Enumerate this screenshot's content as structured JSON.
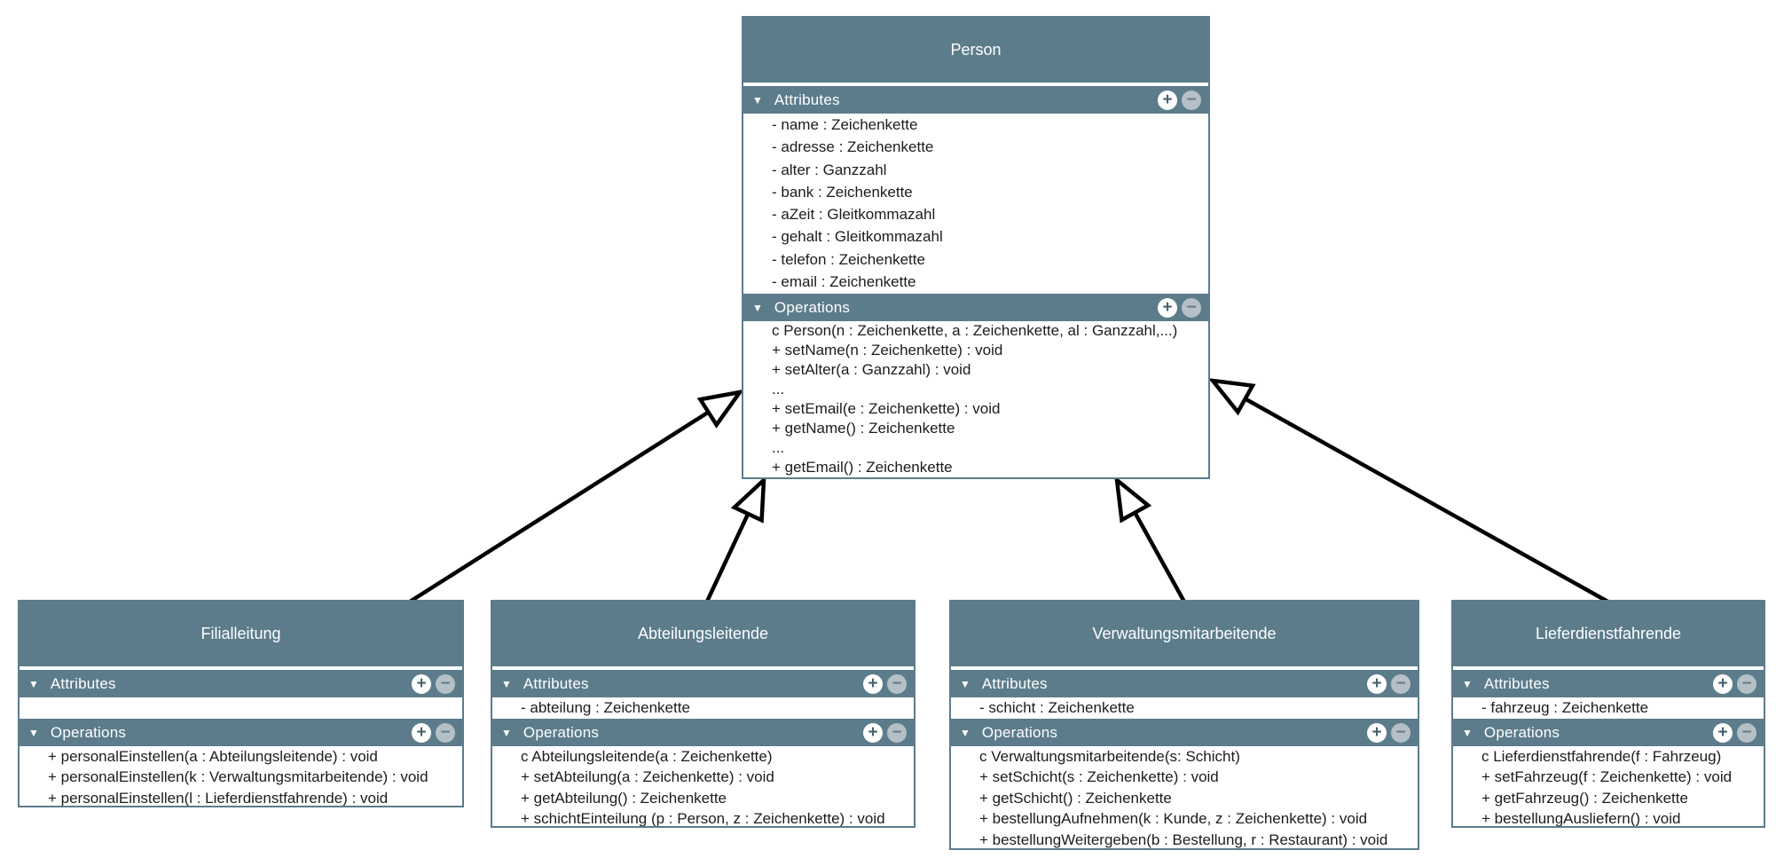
{
  "diagram": {
    "section_labels": {
      "attributes": "Attributes",
      "operations": "Operations"
    },
    "icons": {
      "collapse": "▼",
      "add": "+",
      "remove": "−"
    },
    "colors": {
      "header": "#5c7c8b",
      "border": "#5c7c8b",
      "arrow": "#000000",
      "text": "#1c1c1c"
    },
    "classes": [
      {
        "title": "Person",
        "attributes": [
          "- name : Zeichenkette",
          "- adresse : Zeichenkette",
          "- alter : Ganzzahl",
          "- bank : Zeichenkette",
          "- aZeit : Gleitkommazahl",
          "- gehalt : Gleitkommazahl",
          "- telefon : Zeichenkette",
          "- email : Zeichenkette"
        ],
        "operations": [
          "c Person(n : Zeichenkette, a : Zeichenkette, al : Ganzzahl,...)",
          "+ setName(n : Zeichenkette) : void",
          "+ setAlter(a : Ganzzahl) : void",
          "...",
          "+ setEmail(e : Zeichenkette) : void",
          "+ getName() : Zeichenkette",
          "...",
          "+ getEmail() : Zeichenkette"
        ]
      },
      {
        "title": "Filialleitung",
        "attributes": [],
        "operations": [
          "+ personalEinstellen(a : Abteilungsleitende) : void",
          "+ personalEinstellen(k : Verwaltungsmitarbeitende) : void",
          "+ personalEinstellen(l : Lieferdienstfahrende) : void"
        ]
      },
      {
        "title": "Abteilungsleitende",
        "attributes": [
          "- abteilung : Zeichenkette"
        ],
        "operations": [
          "c Abteilungsleitende(a : Zeichenkette)",
          "+ setAbteilung(a : Zeichenkette) : void",
          "+ getAbteilung() : Zeichenkette",
          "+ schichtEinteilung (p : Person, z : Zeichenkette) : void"
        ]
      },
      {
        "title": "Verwaltungsmitarbeitende",
        "attributes": [
          "- schicht : Zeichenkette"
        ],
        "operations": [
          "c Verwaltungsmitarbeitende(s: Schicht)",
          "+ setSchicht(s : Zeichenkette) : void",
          "+ getSchicht() : Zeichenkette",
          "+ bestellungAufnehmen(k : Kunde, z : Zeichenkette) : void",
          "+ bestellungWeitergeben(b : Bestellung, r : Restaurant) : void"
        ]
      },
      {
        "title": "Lieferdienstfahrende",
        "attributes": [
          "- fahrzeug : Zeichenkette"
        ],
        "operations": [
          "c Lieferdienstfahrende(f : Fahrzeug)",
          "+ setFahrzeug(f : Zeichenkette) : void",
          "+ getFahrzeug() : Zeichenkette",
          "+ bestellungAusliefern() : void"
        ]
      }
    ],
    "relations": [
      {
        "type": "generalization",
        "from": "Filialleitung",
        "to": "Person"
      },
      {
        "type": "generalization",
        "from": "Abteilungsleitende",
        "to": "Person"
      },
      {
        "type": "generalization",
        "from": "Verwaltungsmitarbeitende",
        "to": "Person"
      },
      {
        "type": "generalization",
        "from": "Lieferdienstfahrende",
        "to": "Person"
      }
    ]
  }
}
